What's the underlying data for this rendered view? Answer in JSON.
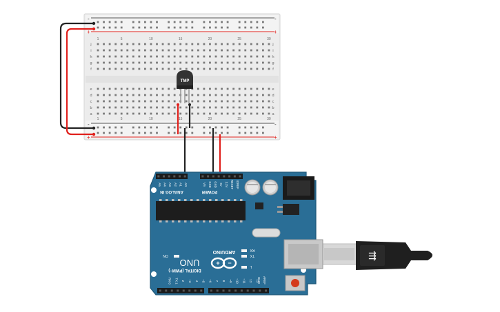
{
  "breadboard": {
    "row_numbers": [
      "1",
      "5",
      "10",
      "15",
      "20",
      "25",
      "30"
    ],
    "row_letters_top": [
      "j",
      "i",
      "h",
      "g",
      "f"
    ],
    "row_letters_bottom": [
      "e",
      "d",
      "c",
      "b",
      "a"
    ],
    "rail_minus": "-",
    "rail_plus": "+"
  },
  "sensor": {
    "label": "TMP"
  },
  "arduino": {
    "brand": "ARDUINO",
    "model": "UNO",
    "analog_header": "ANALOG IN",
    "power_header": "POWER",
    "digital_header": "DIGITAL (PWM~)",
    "analog_pins": [
      "A5",
      "A4",
      "A3",
      "A2",
      "A1",
      "A0"
    ],
    "power_pins": [
      "Vin",
      "GND",
      "GND",
      "5V",
      "3.3V",
      "RESET",
      "IOREF"
    ],
    "led_on": "ON",
    "led_tx": "TX",
    "led_rx": "RX",
    "led_l": "L",
    "aref": "AREF",
    "gnd": "GND",
    "digital_pins": [
      "13",
      "12",
      "~11",
      "~10",
      "~9",
      "8",
      "7",
      "~6",
      "~5",
      "4",
      "~3",
      "2",
      "TX 1",
      "RX 0"
    ]
  },
  "colors": {
    "board_blue": "#2a6e96",
    "wire_red": "#e0201c",
    "wire_black": "#222222",
    "breadboard": "#eeeeee"
  }
}
